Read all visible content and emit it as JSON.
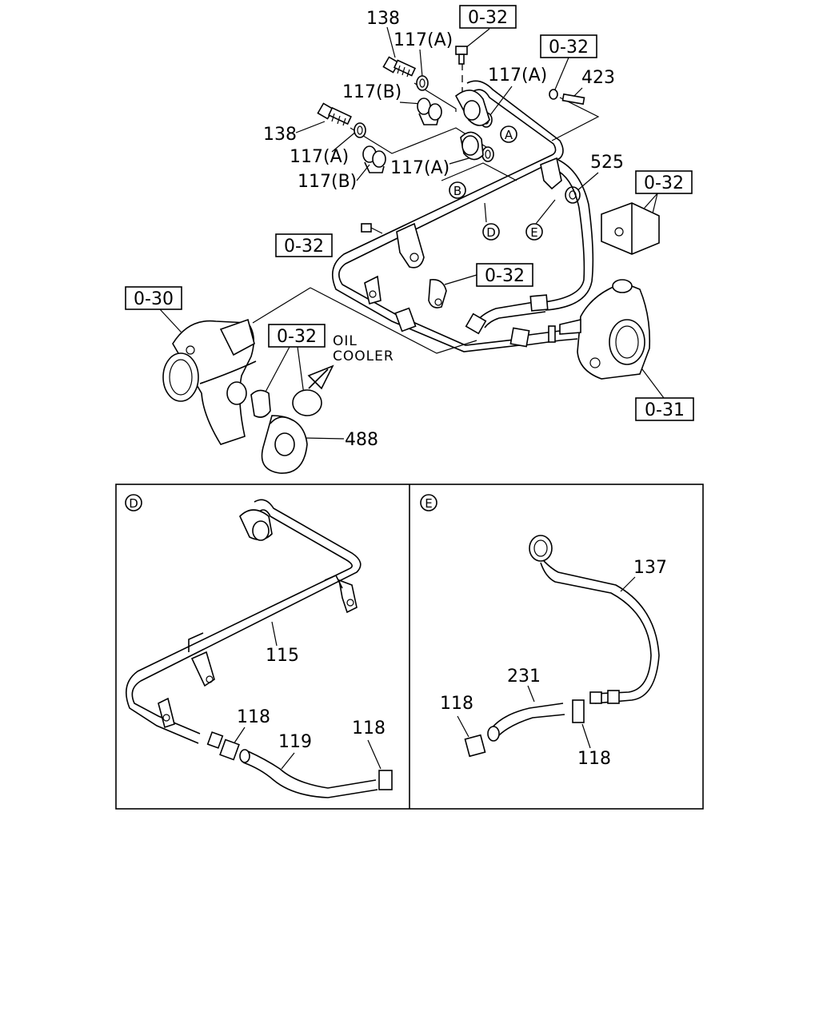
{
  "main_labels": {
    "l138a": "138",
    "l117a1": "117(A)",
    "l117a2": "117(A)",
    "l117b1": "117(B)",
    "l138b": "138",
    "l117a3": "117(A)",
    "l117b2": "117(B)",
    "l117a4": "117(A)",
    "l423": "423",
    "l525": "525",
    "l488": "488",
    "circle_a": "A",
    "circle_b": "B",
    "circle_d": "D",
    "circle_e": "E",
    "oil": "OIL",
    "cooler": "COOLER"
  },
  "refs": {
    "r1": "0-32",
    "r2": "0-32",
    "r3": "0-32",
    "r4": "0-32",
    "r5": "0-32",
    "r6": "0-32",
    "r30": "0-30",
    "r31": "0-31"
  },
  "detail_d": {
    "tag": "D",
    "l115": "115",
    "l118a": "118",
    "l119": "119",
    "l118b": "118"
  },
  "detail_e": {
    "tag": "E",
    "l137": "137",
    "l231": "231",
    "l118a": "118",
    "l118b": "118"
  }
}
